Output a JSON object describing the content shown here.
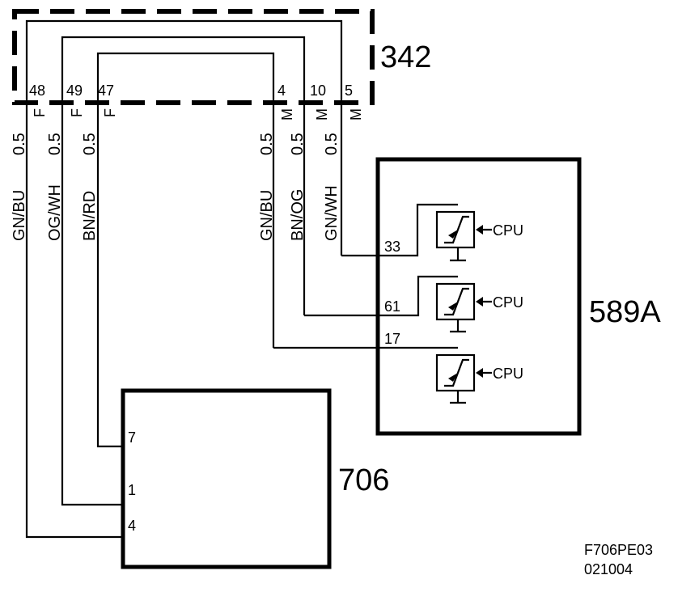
{
  "connector": {
    "id": "342",
    "pins": [
      {
        "num": "48",
        "gender": "F"
      },
      {
        "num": "49",
        "gender": "F"
      },
      {
        "num": "47",
        "gender": "F"
      },
      {
        "num": "4",
        "gender": "M"
      },
      {
        "num": "10",
        "gender": "M"
      },
      {
        "num": "5",
        "gender": "M"
      }
    ]
  },
  "wires": [
    {
      "color": "GN/BU",
      "size": "0.5"
    },
    {
      "color": "OG/WH",
      "size": "0.5"
    },
    {
      "color": "BN/RD",
      "size": "0.5"
    },
    {
      "color": "GN/BU",
      "size": "0.5"
    },
    {
      "color": "BN/OG",
      "size": "0.5"
    },
    {
      "color": "GN/WH",
      "size": "0.5"
    }
  ],
  "module_589a": {
    "id": "589A",
    "pins": [
      "33",
      "61",
      "17"
    ],
    "cpu_label": "CPU"
  },
  "module_706": {
    "id": "706",
    "pins": [
      "7",
      "1",
      "4"
    ]
  },
  "footer": {
    "code": "F706PE03",
    "date": "021004"
  }
}
